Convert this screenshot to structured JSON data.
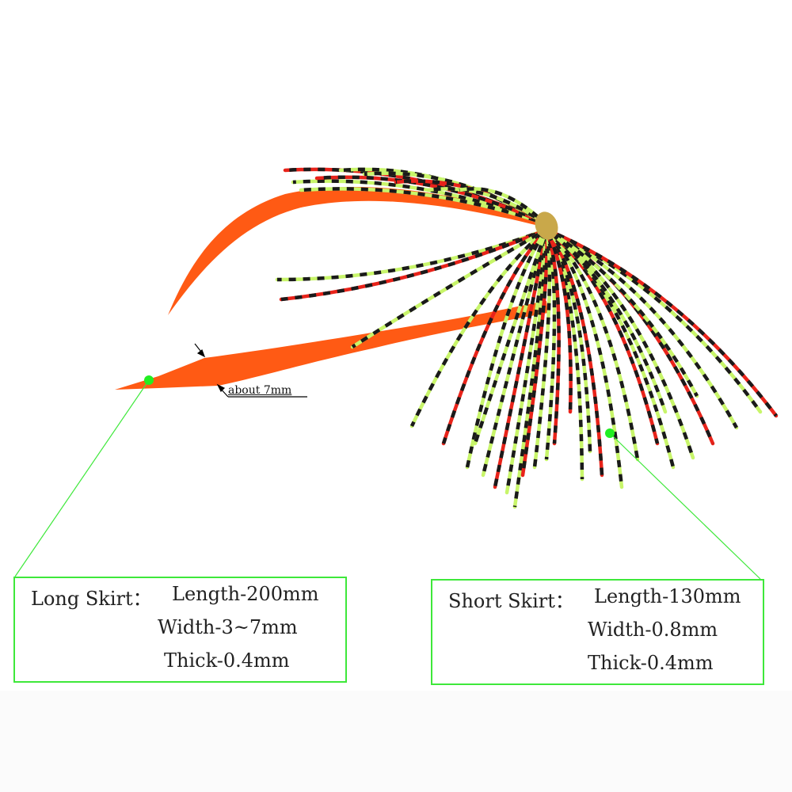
{
  "annotation": {
    "measure_label": "about 7mm"
  },
  "long_skirt": {
    "title": "Long Skirt：",
    "length": "Length-200mm",
    "width": "Width-3~7mm",
    "thick": "Thick-0.4mm"
  },
  "short_skirt": {
    "title": "Short Skirt：",
    "length": "Length-130mm",
    "width": "Width-0.8mm",
    "thick": "Thick-0.4mm"
  },
  "colors": {
    "callout_green": "#3ee83a",
    "long_skirt_orange": "#ff5a14",
    "strand_lime": "#c8f56a",
    "strand_red": "#e8231a",
    "stripe_black": "#1a1a1a",
    "collar": "#c9a84a"
  }
}
